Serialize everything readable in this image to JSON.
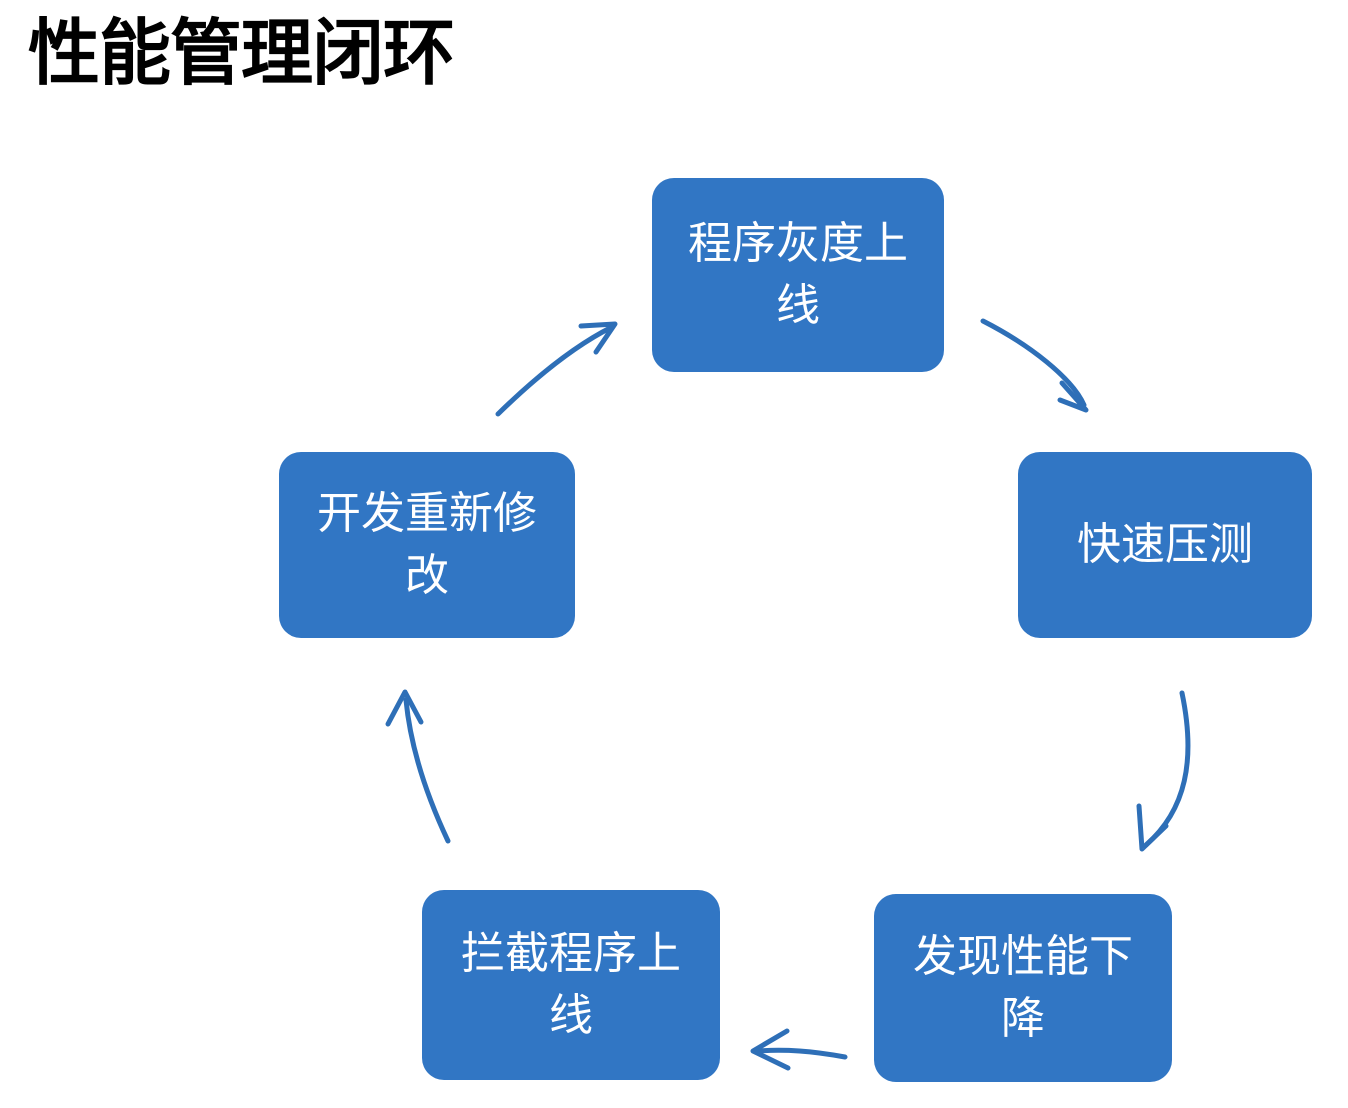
{
  "slide": {
    "title": "性能管理闭环",
    "background_color": "#ffffff"
  },
  "theme": {
    "node_fill": "#3176C4",
    "node_text_color": "#ffffff",
    "arrow_color": "#2E6FB7",
    "title_color": "#000000"
  },
  "diagram": {
    "type": "cycle",
    "direction": "clockwise",
    "nodes": [
      {
        "id": "node-0",
        "label": "程序灰度上线",
        "position": "top"
      },
      {
        "id": "node-1",
        "label": "快速压测",
        "position": "right"
      },
      {
        "id": "node-2",
        "label": "发现性能下降",
        "position": "bottom-right"
      },
      {
        "id": "node-3",
        "label": "拦截程序上线",
        "position": "bottom-left"
      },
      {
        "id": "node-4",
        "label": "开发重新修改",
        "position": "left"
      }
    ],
    "arrows": [
      {
        "id": "arrow-0",
        "from": "程序灰度上线",
        "to": "快速压测",
        "style": "curved",
        "direction": "down-right"
      },
      {
        "id": "arrow-1",
        "from": "快速压测",
        "to": "发现性能下降",
        "style": "curved",
        "direction": "down-left"
      },
      {
        "id": "arrow-2",
        "from": "发现性能下降",
        "to": "拦截程序上线",
        "style": "straight",
        "direction": "left"
      },
      {
        "id": "arrow-3",
        "from": "拦截程序上线",
        "to": "开发重新修改",
        "style": "curved",
        "direction": "up"
      },
      {
        "id": "arrow-4",
        "from": "开发重新修改",
        "to": "程序灰度上线",
        "style": "curved",
        "direction": "up-right"
      }
    ]
  }
}
